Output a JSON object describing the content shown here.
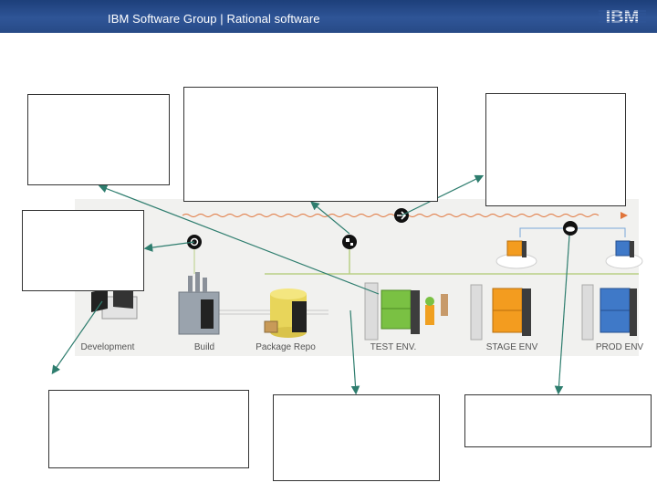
{
  "header": {
    "title": "IBM Software Group | Rational software",
    "logo_text": "IBM",
    "bg_color": "#2f5597"
  },
  "pipeline": {
    "stages": [
      {
        "label": "Development"
      },
      {
        "label": "Build"
      },
      {
        "label": "Package Repo"
      },
      {
        "label": "TEST ENV."
      },
      {
        "label": "STAGE ENV"
      },
      {
        "label": "PROD ENV"
      }
    ],
    "colors": {
      "arrow": "#2e7d6e",
      "pipeline_line": "#e0743a",
      "rail": "#b9cf86",
      "test_server": "#7ac143",
      "stage_server": "#f39c1f",
      "prod_server": "#3f79c8"
    }
  },
  "callouts": {
    "count": 7
  }
}
